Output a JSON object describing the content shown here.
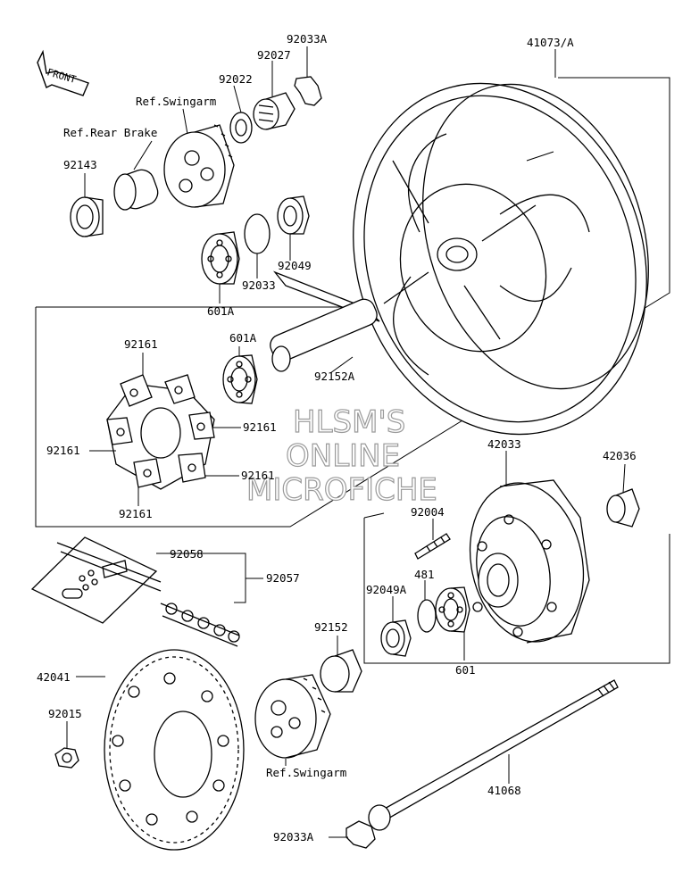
{
  "front_arrow": {
    "label": "FRONT"
  },
  "watermark": {
    "line1": "HLSM'S",
    "line2": "ONLINE",
    "line3": "MICROFICHE"
  },
  "labels": {
    "p92033A_top": "92033A",
    "p92027": "92027",
    "p41073A": "41073/A",
    "p92022": "92022",
    "ref_swingarm_top": "Ref.Swingarm",
    "ref_rear_brake": "Ref.Rear Brake",
    "p92143": "92143",
    "p92049": "92049",
    "p92033": "92033",
    "p601A_upper": "601A",
    "p601A_lower": "601A",
    "p92161_top": "92161",
    "p92152A": "92152A",
    "p92161_right_upper": "92161",
    "p92161_left": "92161",
    "p92161_right_lower": "92161",
    "p92161_bottom": "92161",
    "p42033": "42033",
    "p42036": "42036",
    "p92004": "92004",
    "p92058": "92058",
    "p92057": "92057",
    "p481": "481",
    "p92049A": "92049A",
    "p92152": "92152",
    "p601": "601",
    "p42041": "42041",
    "p92015": "92015",
    "ref_swingarm_bottom": "Ref.Swingarm",
    "p41068": "41068",
    "p92033A_bottom": "92033A"
  },
  "colors": {
    "line": "#000000",
    "watermark_stroke": "#9a9a9a",
    "background": "#ffffff"
  }
}
